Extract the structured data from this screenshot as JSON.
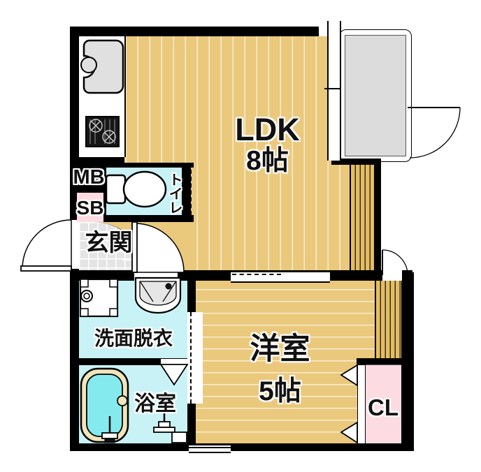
{
  "plan": {
    "rooms": {
      "ldk": {
        "label": "LDK",
        "size": "8帖"
      },
      "western_room": {
        "label": "洋室",
        "size": "5帖"
      },
      "entrance": {
        "label": "玄関"
      },
      "toilet": {
        "label": "トイレ"
      },
      "washroom": {
        "label": "洗面脱衣"
      },
      "bathroom": {
        "label": "浴室"
      },
      "closet": {
        "label": "CL"
      }
    },
    "boxes": {
      "meter_box": "MB",
      "shutoff_box": "SB"
    },
    "colors": {
      "wall": "#000000",
      "wood_floor": "#eac97d",
      "wet_area_floor": "#c9f2f6",
      "closet_floor": "#fcdce2",
      "sb_box": "#fcdce2",
      "entrance_tile": "#e4e4e4",
      "balcony": "#dcdcdc",
      "bathtub_rim": "#f0e5bb",
      "bathtub_water": "#85eaee"
    }
  }
}
